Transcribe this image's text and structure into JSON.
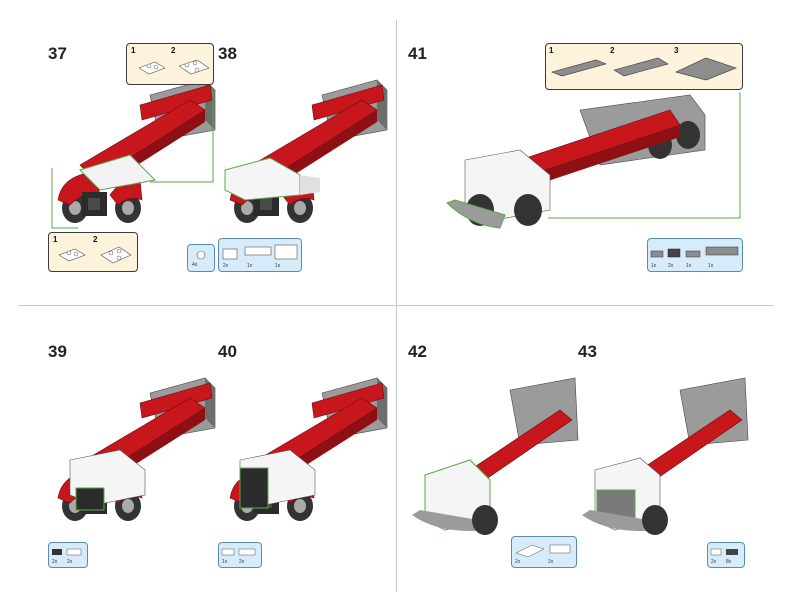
{
  "steps": [
    {
      "number": "37"
    },
    {
      "number": "38"
    },
    {
      "number": "39"
    },
    {
      "number": "40"
    },
    {
      "number": "41"
    },
    {
      "number": "42"
    },
    {
      "number": "43"
    }
  ],
  "subassemblies": {
    "step37_top": [
      "1",
      "2"
    ],
    "step37_bottom": [
      "1",
      "2"
    ],
    "step41_top": [
      "1",
      "2",
      "3"
    ]
  },
  "parts_lists": {
    "step38_small": [
      "4x"
    ],
    "step38_main": [
      "2x",
      "1x",
      "1x"
    ],
    "step41": [
      "1x",
      "2x",
      "1x",
      "1x"
    ],
    "step39": [
      "2x",
      "2x"
    ],
    "step40": [
      "1x",
      "2x"
    ],
    "step42": [
      "2x",
      "2x"
    ],
    "step43": [
      "2x",
      "8x"
    ]
  },
  "colors": {
    "red": "#c8161d",
    "dark_red": "#8e0f14",
    "grey": "#9b9b9b",
    "dark_grey": "#5a5a5a",
    "white": "#f7f7f7",
    "callout_bg": "#fdf3dc",
    "parts_bg": "#d7ecfa",
    "highlight": "#5aa84a"
  }
}
